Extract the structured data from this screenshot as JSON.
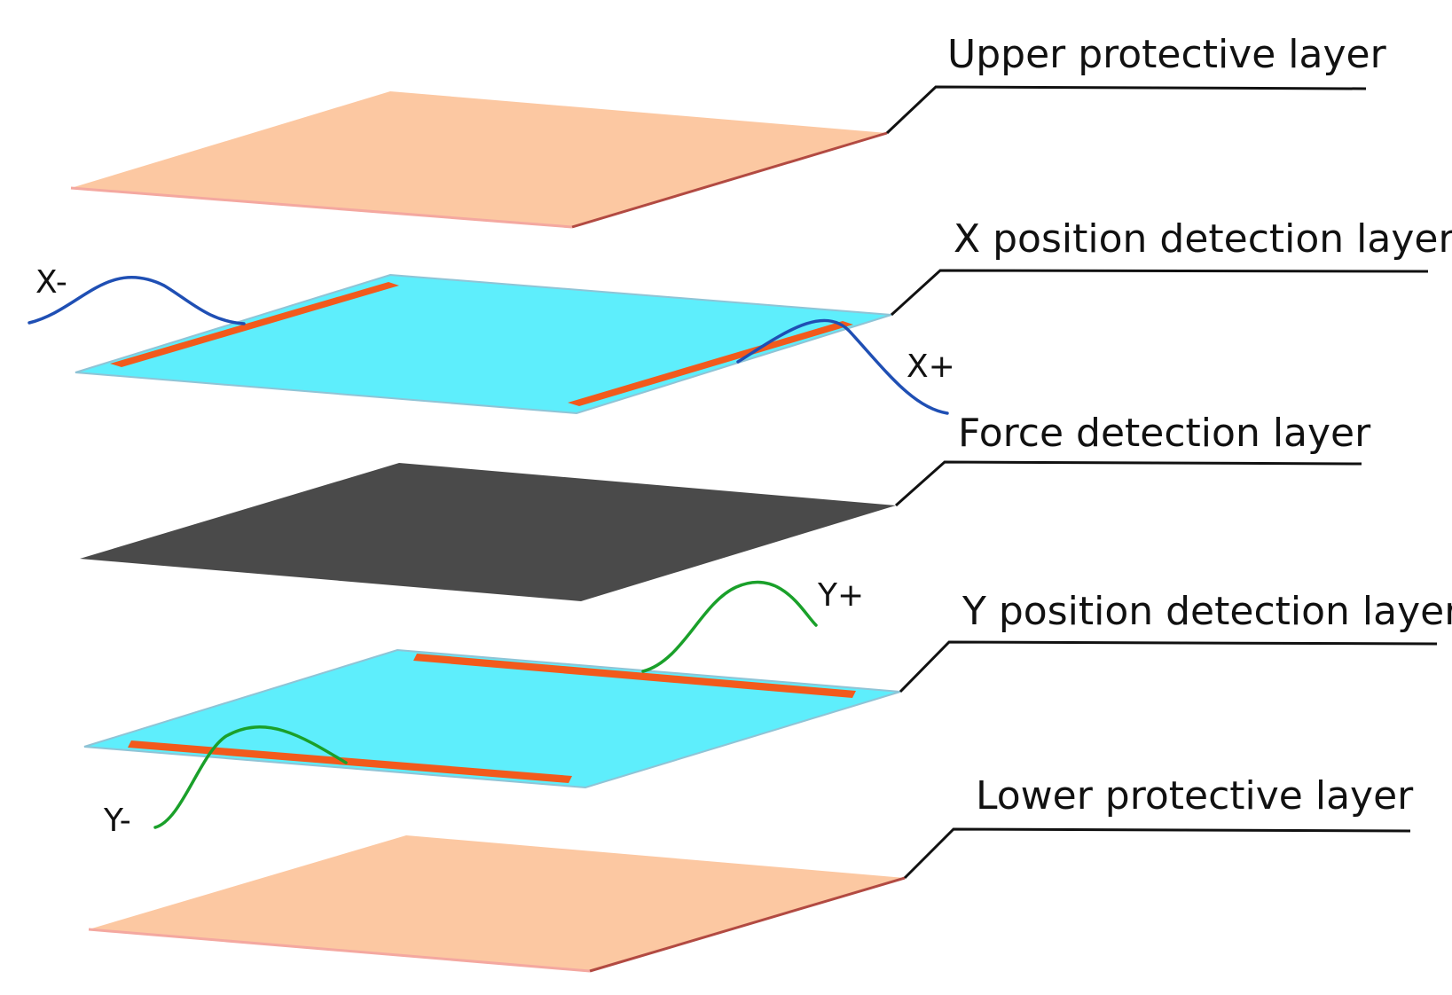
{
  "layers": {
    "upper": {
      "label": "Upper protective layer"
    },
    "x_position": {
      "label": "X position detection layer"
    },
    "force": {
      "label": "Force detection layer"
    },
    "y_position": {
      "label": "Y position detection layer"
    },
    "lower": {
      "label": "Lower protective layer"
    }
  },
  "terminals": {
    "x_minus": "X-",
    "x_plus": "X+",
    "y_plus": "Y+",
    "y_minus": "Y-"
  },
  "colors": {
    "protective_fill": "#fcc8a2",
    "protective_edge_front": "#f4a8a0",
    "protective_edge_side": "#b24a42",
    "detection_fill": "#5eeefc",
    "detection_edge": "#8fc4d6",
    "electrode": "#f25a1c",
    "force_fill": "#4a4a4a",
    "x_wire": "#1f4fb4",
    "y_wire": "#1aa02a",
    "leader_line": "#111111"
  }
}
